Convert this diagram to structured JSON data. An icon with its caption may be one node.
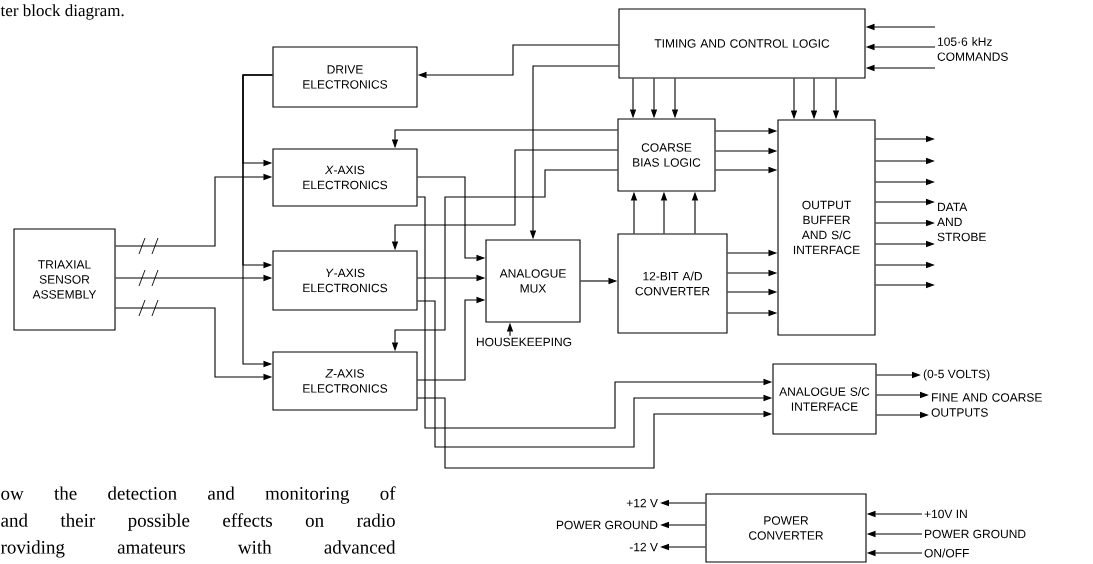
{
  "diagram": {
    "nodes": [
      {
        "text": [
          "TRIAXIAL SENSOR ASSEMBLY"
        ]
      },
      {
        "text": [
          "DRIVE ELECTRONICS"
        ]
      },
      {
        "text": [
          "*X*-AXIS ELECTRONICS"
        ]
      },
      {
        "text": [
          "*Y*-AXIS ELECTRONICS"
        ]
      },
      {
        "text": [
          "*Z*-AXIS ELECTRONICS"
        ]
      },
      {
        "text": [
          "TIMING AND CONTROL LOGIC"
        ]
      },
      {
        "text": [
          "COARSE BIAS LOGIC"
        ]
      },
      {
        "text": [
          "12-BIT A/D CONVERTER"
        ]
      },
      {
        "text": [
          "ANALOGUE MUX"
        ]
      },
      {
        "text": [
          "OUTPUT BUFFER AND S/C INTERFACE"
        ]
      },
      {
        "text": [
          "ANALOGUE S/C INTERFACE"
        ]
      },
      {
        "text": [
          "HOUSEKEEPING"
        ]
      },
      {
        "text": [
          "POWER CONVERTER"
        ]
      },
      {
        "text": [
          "+12 V"
        ]
      },
      {
        "text": [
          "POWER GROUND"
        ]
      },
      {
        "text": [
          "-12 V"
        ]
      },
      {
        "text": [
          "+10V IN"
        ]
      },
      {
        "text": [
          "POWER GROUND"
        ]
      },
      {
        "text": [
          "ON/OFF"
        ]
      },
      {
        "text": [
          "105·6 kHz COMMANDS"
        ]
      },
      {
        "text": [
          "DATA AND STROBE"
        ]
      },
      {
        "text": [
          "(0-5 VOLTS)"
        ]
      },
      {
        "text": [
          "FINE AND COARSE OUTPUTS"
        ]
      }
    ],
    "edges": [
      {
        "from": 0,
        "to": 2,
        "arrow": "to"
      },
      {
        "from": 0,
        "to": 3,
        "arrow": "to"
      },
      {
        "from": 0,
        "to": 4,
        "arrow": "to"
      },
      {
        "from": 1,
        "to": 2,
        "arrow": "to"
      },
      {
        "from": 1,
        "to": 3,
        "arrow": "to"
      },
      {
        "from": 1,
        "to": 4,
        "arrow": "to"
      },
      {
        "from": 5,
        "to": 1,
        "arrow": "to"
      },
      {
        "from": 5,
        "to": 8,
        "arrow": "to"
      },
      {
        "from": 5,
        "to": 6,
        "arrow": "to"
      },
      {
        "from": 5,
        "to": 6,
        "arrow": "to"
      },
      {
        "from": 5,
        "to": 6,
        "arrow": "to"
      },
      {
        "from": 5,
        "to": 9,
        "arrow": "to"
      },
      {
        "from": 5,
        "to": 9,
        "arrow": "to"
      },
      {
        "from": 5,
        "to": 9,
        "arrow": "to"
      },
      {
        "from": 6,
        "to": 9,
        "arrow": "to"
      },
      {
        "from": 6,
        "to": 9,
        "arrow": "to"
      },
      {
        "from": 6,
        "to": 9,
        "arrow": "to"
      },
      {
        "from": 7,
        "to": 6,
        "arrow": "to"
      },
      {
        "from": 7,
        "to": 6,
        "arrow": "to"
      },
      {
        "from": 7,
        "to": 6,
        "arrow": "to"
      },
      {
        "from": 7,
        "to": 9,
        "arrow": "to"
      },
      {
        "from": 7,
        "to": 9,
        "arrow": "to"
      },
      {
        "from": 7,
        "to": 9,
        "arrow": "to"
      },
      {
        "from": 7,
        "to": 9,
        "arrow": "to"
      },
      {
        "from": 8,
        "to": 7,
        "arrow": "to"
      },
      {
        "from": 6,
        "to": 2,
        "arrow": "to"
      },
      {
        "from": 6,
        "to": 3,
        "arrow": "to"
      },
      {
        "from": 6,
        "to": 4,
        "arrow": "to"
      },
      {
        "from": 2,
        "to": 8,
        "arrow": "to"
      },
      {
        "from": 3,
        "to": 8,
        "arrow": "to"
      },
      {
        "from": 4,
        "to": 8,
        "arrow": "to"
      },
      {
        "from": 2,
        "to": 10,
        "arrow": "to"
      },
      {
        "from": 3,
        "to": 10,
        "arrow": "to"
      },
      {
        "from": 4,
        "to": 10,
        "arrow": "to"
      },
      {
        "from": 11,
        "to": 8,
        "arrow": "to"
      },
      {
        "from": 19,
        "to": 5,
        "arrow": "to"
      },
      {
        "from": 19,
        "to": 5,
        "arrow": "to"
      },
      {
        "from": 19,
        "to": 5,
        "arrow": "to"
      },
      {
        "from": 9,
        "to": 20,
        "arrow": "to"
      },
      {
        "from": 9,
        "to": 20,
        "arrow": "to"
      },
      {
        "from": 9,
        "to": 20,
        "arrow": "to"
      },
      {
        "from": 9,
        "to": 20,
        "arrow": "to"
      },
      {
        "from": 9,
        "to": 20,
        "arrow": "to"
      },
      {
        "from": 9,
        "to": 20,
        "arrow": "to"
      },
      {
        "from": 9,
        "to": 20,
        "arrow": "to"
      },
      {
        "from": 9,
        "to": 20,
        "arrow": "to"
      },
      {
        "from": 10,
        "to": 21,
        "arrow": "to"
      },
      {
        "from": 10,
        "to": 22,
        "arrow": "to"
      },
      {
        "from": 10,
        "to": 22,
        "arrow": "to"
      },
      {
        "from": 12,
        "to": 13,
        "arrow": "to"
      },
      {
        "from": 12,
        "to": 14,
        "arrow": "to"
      },
      {
        "from": 12,
        "to": 15,
        "arrow": "to"
      },
      {
        "from": 16,
        "to": 12,
        "arrow": "to"
      },
      {
        "from": 17,
        "to": 12,
        "arrow": "to"
      },
      {
        "from": 18,
        "to": 12,
        "arrow": "to"
      }
    ],
    "labels": [
      "ter block diagram.",
      "ow the detection and monitoring of",
      "and their possible effects on radio",
      "roviding amateurs with advanced"
    ]
  }
}
